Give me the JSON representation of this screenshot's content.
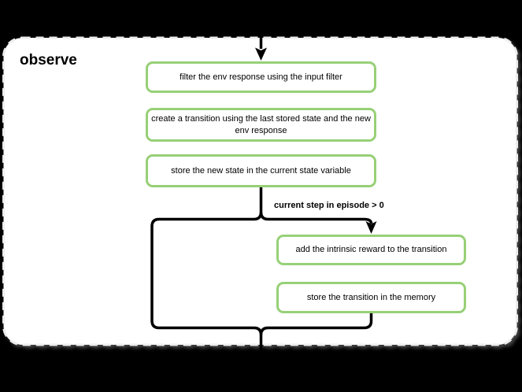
{
  "panel": {
    "title": "observe"
  },
  "flow": {
    "steps": [
      {
        "label": "filter the env response using the input filter"
      },
      {
        "label": "create a transition using the last stored state and the new env response"
      },
      {
        "label": "store the new state in the current state variable"
      },
      {
        "label": "add the intrinsic reward to the transition"
      },
      {
        "label": "store the transition in the memory"
      }
    ],
    "condition_label": "current step in episode > 0"
  },
  "colors": {
    "canvas_bg": "#000000",
    "panel_bg": "#ffffff",
    "panel_border": "#ededed",
    "step_border": "#97d077",
    "connector": "#000000",
    "text": "#000000"
  }
}
